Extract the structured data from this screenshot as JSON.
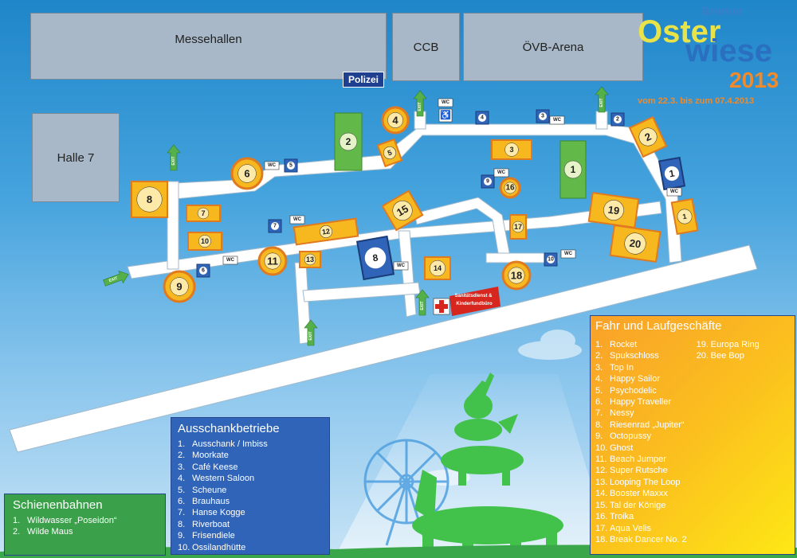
{
  "buildings": {
    "messehallen": "Messehallen",
    "ccb": "CCB",
    "oevb_arena": "ÖVB-Arena",
    "halle7": "Halle 7"
  },
  "polizei": "Polizei",
  "logo": {
    "top": "Bremer",
    "line1": "Oster",
    "line2": "wiese",
    "year": "2013",
    "dates": "vom 22.3. bis zum 07.4.2013"
  },
  "labels": {
    "exit": "EXIT",
    "wc": "WC",
    "sanitaet_line1": "Sanitätsdienst &",
    "sanitaet_line2": "Kinderfundbüro"
  },
  "map_markers": {
    "yellow_circles": [
      "4",
      "6",
      "9",
      "11",
      "16",
      "18"
    ],
    "yellow_rects": [
      "8",
      "5",
      "3",
      "7",
      "10",
      "12",
      "13",
      "15",
      "14",
      "17",
      "19",
      "20",
      "2",
      "1"
    ],
    "blue_rects": [
      "8",
      "1"
    ],
    "green_rects": [
      "2",
      "1"
    ],
    "small_blue": [
      "5",
      "4",
      "3",
      "2",
      "9",
      "7",
      "6",
      "10"
    ]
  },
  "colors": {
    "ride_yellow": "#f6b81e",
    "ride_orange": "#f08a2a",
    "drinks_blue": "#2f64b8",
    "rail_green": "#3aa04a",
    "road": "#ffffff",
    "sky": "#45a3dd"
  },
  "legends": {
    "rail": {
      "title": "Schienenbahnen",
      "items": [
        "Wildwasser „Poseidon“",
        "Wilde Maus"
      ]
    },
    "drinks": {
      "title": "Ausschankbetriebe",
      "items": [
        "Ausschank / Imbiss",
        "Moorkate",
        "Café Keese",
        "Western Saloon",
        "Scheune",
        "Brauhaus",
        "Hanse Kogge",
        "Riverboat",
        "Frisendiele",
        "Ossilandhütte"
      ]
    },
    "rides": {
      "title": "Fahr und Laufgeschäfte",
      "col1": [
        "Rocket",
        "Spukschloss",
        "Top In",
        "Happy Sailor",
        "Psychodelic",
        "Happy Traveller",
        "Nessy",
        "Riesenrad „Jupiter“",
        "Octopussy",
        "Ghost",
        "Beach Jumper",
        "Super Rutsche",
        "Looping The Loop",
        "Booster Maxxx",
        "Tal der Könige",
        "Troika",
        "Aqua Velis",
        "Break Dancer No. 2"
      ],
      "col2": [
        "Europa Ring",
        "Bee Bop"
      ]
    }
  }
}
